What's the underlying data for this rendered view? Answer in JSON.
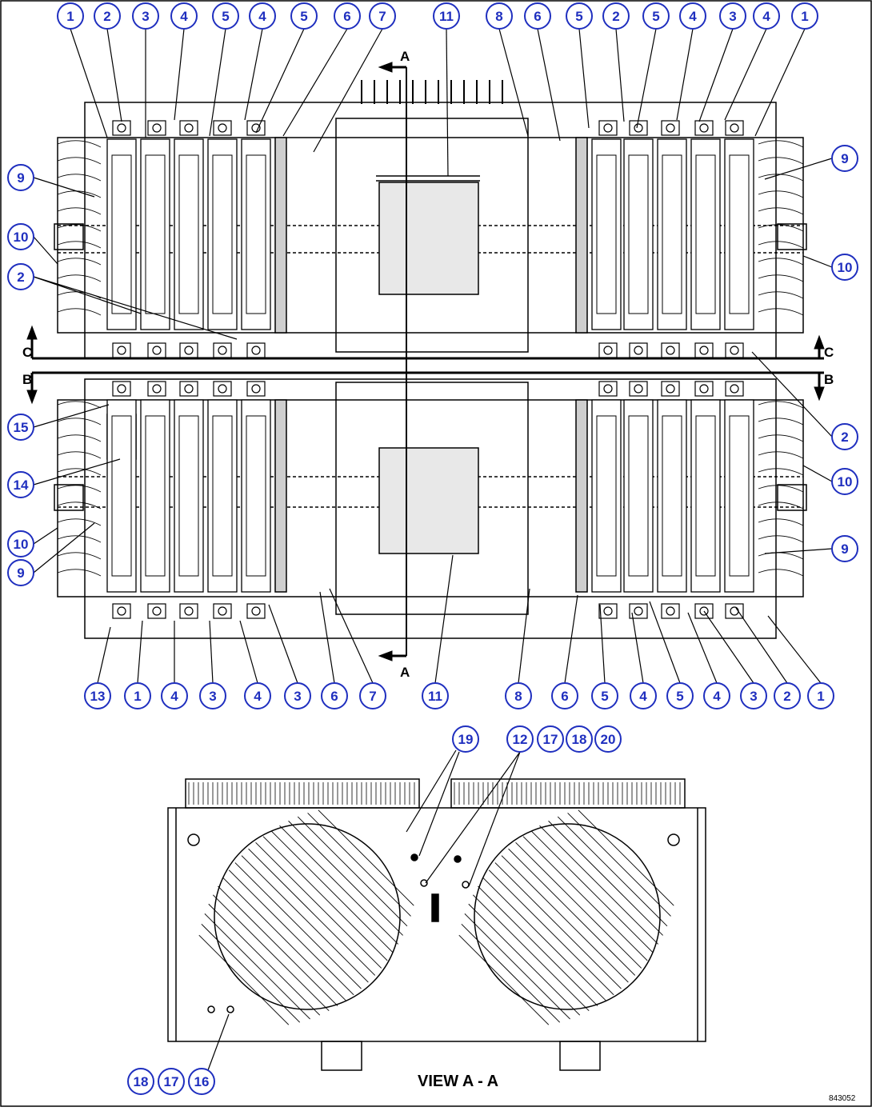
{
  "callouts_top": [
    "1",
    "2",
    "3",
    "4",
    "5",
    "4",
    "5",
    "6",
    "7",
    "11",
    "8",
    "6",
    "5",
    "2",
    "5",
    "4",
    "3",
    "4",
    "1"
  ],
  "callouts_bottom": [
    "13",
    "1",
    "4",
    "3",
    "4",
    "3",
    "6",
    "7",
    "11",
    "8",
    "6",
    "5",
    "4",
    "5",
    "4",
    "3",
    "2",
    "1"
  ],
  "callouts_left": [
    "9",
    "10",
    "2",
    "15",
    "14",
    "10",
    "9"
  ],
  "callouts_right": [
    "9",
    "10",
    "2",
    "10",
    "9"
  ],
  "callouts_view_top": [
    "19",
    "12",
    "17",
    "18",
    "20"
  ],
  "callouts_view_bottom": [
    "18",
    "17",
    "16"
  ],
  "section_labels": {
    "a": "A",
    "b": "B",
    "c": "C"
  },
  "view_title": "VIEW A - A",
  "drawing_number": "843052",
  "colors": {
    "callout": "#1f2fbf",
    "line": "#000000"
  }
}
